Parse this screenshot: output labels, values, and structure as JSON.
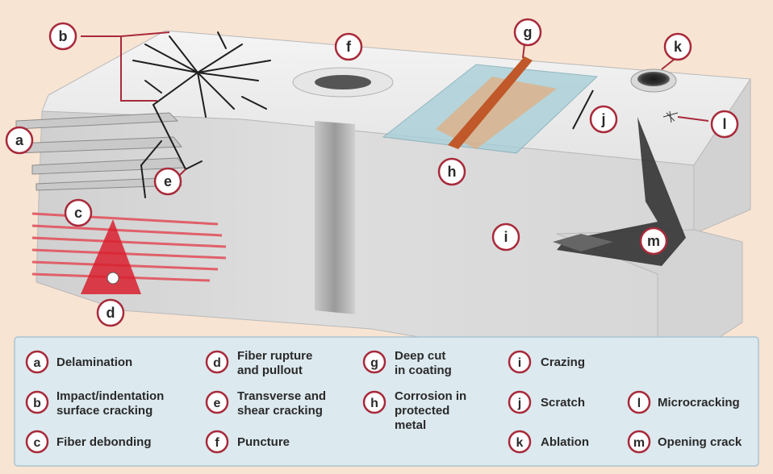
{
  "markers": {
    "a": "a",
    "b": "b",
    "c": "c",
    "d": "d",
    "e": "e",
    "f": "f",
    "g": "g",
    "h": "h",
    "i": "i",
    "j": "j",
    "k": "k",
    "l": "l",
    "m": "m"
  },
  "legend": {
    "a": {
      "letter": "a",
      "lines": [
        "Delamination"
      ]
    },
    "b": {
      "letter": "b",
      "lines": [
        "Impact/indentation",
        "surface cracking"
      ]
    },
    "c": {
      "letter": "c",
      "lines": [
        "Fiber debonding"
      ]
    },
    "d": {
      "letter": "d",
      "lines": [
        "Fiber rupture",
        "and pullout"
      ]
    },
    "e": {
      "letter": "e",
      "lines": [
        "Transverse and",
        "shear cracking"
      ]
    },
    "f": {
      "letter": "f",
      "lines": [
        "Puncture"
      ]
    },
    "g": {
      "letter": "g",
      "lines": [
        "Deep cut",
        "in coating"
      ]
    },
    "h": {
      "letter": "h",
      "lines": [
        "Corrosion in",
        "protected",
        "metal"
      ]
    },
    "i": {
      "letter": "i",
      "lines": [
        "Crazing"
      ]
    },
    "j": {
      "letter": "j",
      "lines": [
        "Scratch"
      ]
    },
    "k": {
      "letter": "k",
      "lines": [
        "Ablation"
      ]
    },
    "l": {
      "letter": "l",
      "lines": [
        "Microcracking"
      ]
    },
    "m": {
      "letter": "m",
      "lines": [
        "Opening crack"
      ]
    }
  },
  "colors": {
    "background": "#f8e4d3",
    "block_top": "#ededed",
    "block_front": "#d9d9d9",
    "block_side": "#cdcdcd",
    "crack": "#1f1f1f",
    "marker_ring": "#a82a3a",
    "legend_bg": "#dce9ef",
    "legend_border": "#aac4d2",
    "fiber": "#e0606a",
    "coating": "#a9cfd8",
    "corrosion": "#f0a060"
  }
}
